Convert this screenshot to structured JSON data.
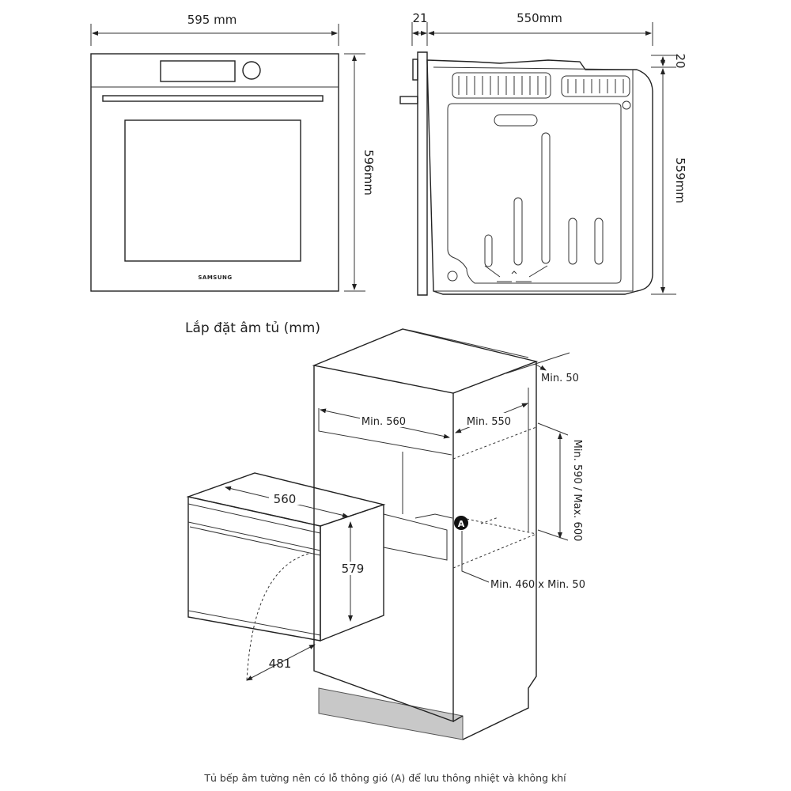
{
  "front_view": {
    "width_label": "595 mm",
    "height_label": "596mm",
    "brand": "SAMSUNG"
  },
  "side_view": {
    "door_depth_label": "21",
    "depth_label": "550mm",
    "top_offset_label": "20",
    "height_label": "559mm"
  },
  "installation": {
    "title": "Lắp đặt âm tủ (mm)",
    "labels": {
      "min_50_top": "Min. 50",
      "min_560": "Min. 560",
      "min_550": "Min. 550",
      "height_range": "Min. 590 / Max. 600",
      "vent_marker": "A",
      "vent_size": "Min. 460 x Min. 50",
      "oven_width": "560",
      "oven_height": "579",
      "door_swing": "481"
    },
    "caption": "Tủ bếp âm tường nên có lỗ thông gió (A) để lưu thông nhiệt và không khí"
  }
}
